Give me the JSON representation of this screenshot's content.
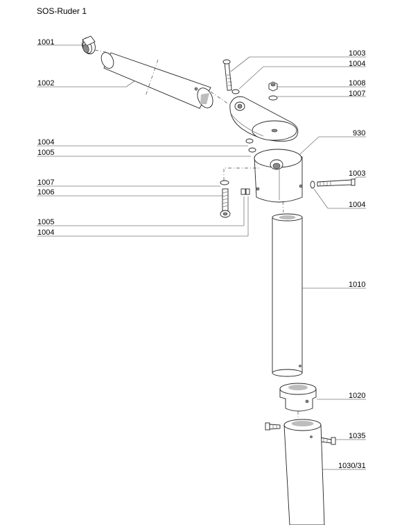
{
  "title": "SOS-Ruder 1",
  "labels": {
    "p1001": "1001",
    "p1002": "1002",
    "p1003a": "1003",
    "p1004a": "1004",
    "p1008": "1008",
    "p1007a": "1007",
    "p930": "930",
    "p1004b": "1004",
    "p1005a": "1005",
    "p1003b": "1003",
    "p1007b": "1007",
    "p1006": "1006",
    "p1004c": "1004",
    "p1005b": "1005",
    "p1004d": "1004",
    "p1010": "1010",
    "p1020": "1020",
    "p1035": "1035",
    "p1030": "1030/31"
  }
}
